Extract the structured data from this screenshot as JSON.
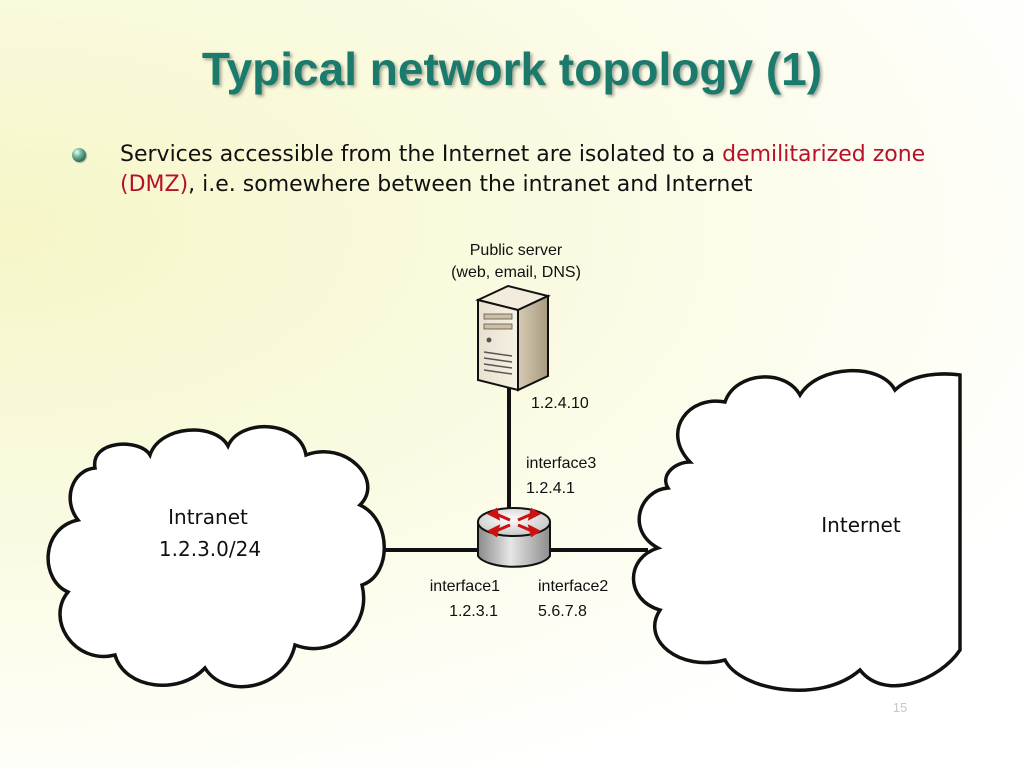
{
  "slide": {
    "title": "Typical network topology (1)",
    "bullet": {
      "text_before": "Services accessible from the Internet are isolated to a ",
      "highlight": "demilitarized zone (DMZ)",
      "text_after": ", i.e. somewhere between the intranet and Internet"
    },
    "page_number": "15"
  },
  "diagram": {
    "server_label_line1": "Public server",
    "server_label_line2": "(web, email, DNS)",
    "server_ip": "1.2.4.10",
    "interface3_name": "interface3",
    "interface3_ip": "1.2.4.1",
    "interface1_name": "interface1",
    "interface1_ip": "1.2.3.1",
    "interface2_name": "interface2",
    "interface2_ip": "5.6.7.8",
    "intranet_name": "Intranet",
    "intranet_net": "1.2.3.0/24",
    "internet_name": "Internet"
  },
  "colors": {
    "title": "#1a7a6c",
    "highlight": "#b8102a",
    "router_arrows": "#cc1111"
  }
}
